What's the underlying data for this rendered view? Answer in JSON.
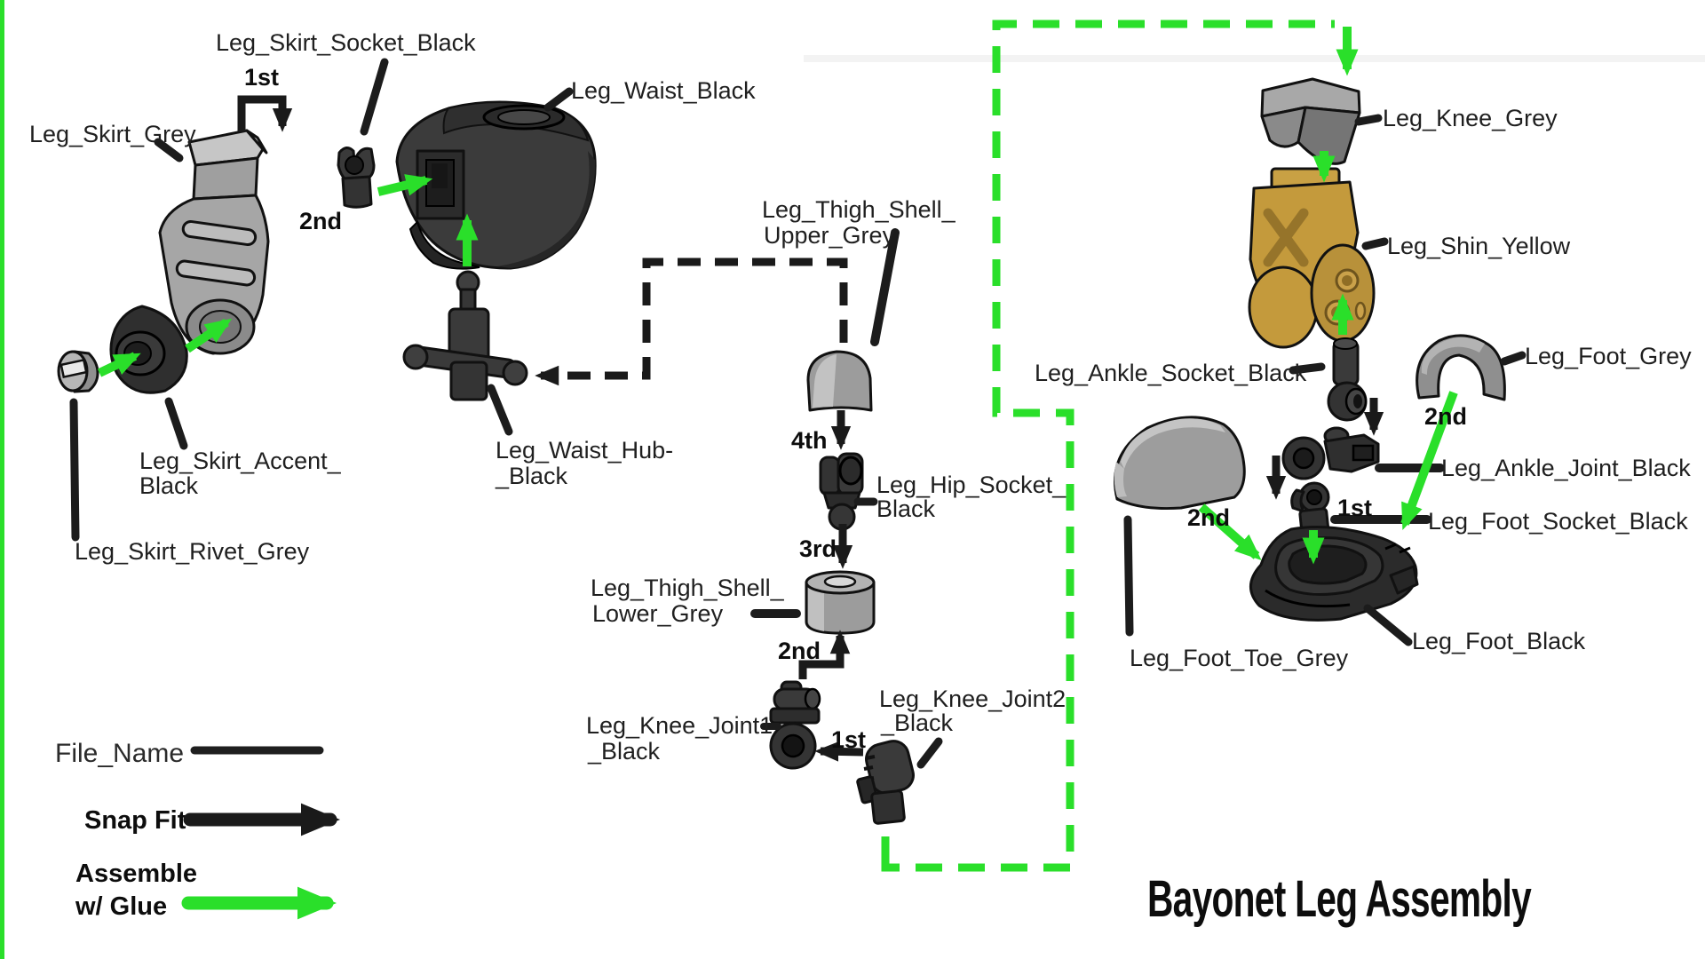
{
  "title": "Bayonet Leg Assembly",
  "legend": {
    "file_name": "File_Name",
    "snap_fit": "Snap Fit",
    "glue": [
      "Assemble",
      "w/ Glue"
    ]
  },
  "colors": {
    "glue_arrow_green": "#2adf2a",
    "snap_arrow_black": "#1a1a1a",
    "part_grey": "#9a9a9a",
    "part_black": "#333333",
    "part_yellow": "#c49a3c",
    "background": "#ffffff"
  },
  "steps": {
    "skirt": [
      "1st",
      "2nd"
    ],
    "thigh": [
      "4th",
      "3rd",
      "2nd",
      "1st"
    ],
    "foot": [
      "2nd",
      "1st",
      "2nd"
    ]
  },
  "part_labels": {
    "skirt_socket": [
      "Leg_Skirt_Socket_Black"
    ],
    "skirt": [
      "Leg_Skirt_Grey"
    ],
    "waist": [
      "Leg_Waist_Black"
    ],
    "skirt_accent": [
      "Leg_Skirt_Accent_",
      "Black"
    ],
    "skirt_rivet": [
      "Leg_Skirt_Rivet_Grey"
    ],
    "waist_hub": [
      "Leg_Waist_Hub-",
      "_Black"
    ],
    "thigh_upper": [
      "Leg_Thigh_Shell_",
      "Upper_Grey"
    ],
    "hip_socket": [
      "Leg_Hip_Socket_",
      "Black"
    ],
    "thigh_lower": [
      "Leg_Thigh_Shell_",
      "Lower_Grey"
    ],
    "knee_joint1": [
      "Leg_Knee_Joint1",
      "_Black"
    ],
    "knee_joint2": [
      "Leg_Knee_Joint2",
      "_Black"
    ],
    "knee": [
      "Leg_Knee_Grey"
    ],
    "shin": [
      "Leg_Shin_Yellow"
    ],
    "ankle_socket": [
      "Leg_Ankle_Socket_Black"
    ],
    "foot_grey": [
      "Leg_Foot_Grey"
    ],
    "ankle_joint": [
      "Leg_Ankle_Joint_Black"
    ],
    "foot_socket": [
      "Leg_Foot_Socket_Black"
    ],
    "foot": [
      "Leg_Foot_Black"
    ],
    "foot_toe": [
      "Leg_Foot_Toe_Grey"
    ]
  }
}
